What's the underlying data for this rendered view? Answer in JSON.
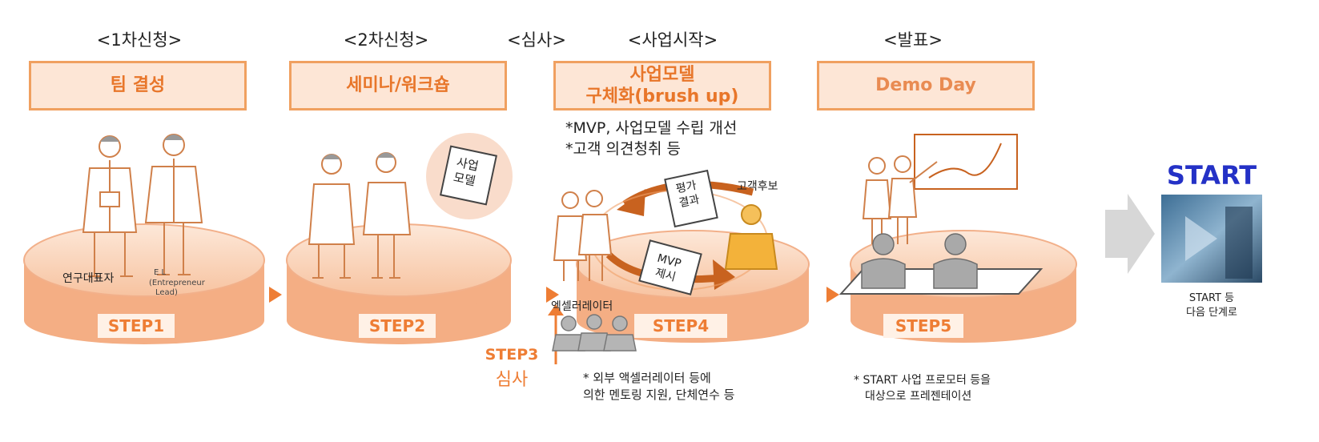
{
  "phases": [
    "<1차신청>",
    "<2차신청>",
    "<심사>",
    "<사업시작>",
    "<발표>"
  ],
  "boxes": [
    "팀 결성",
    "세미나/워크숍",
    "사업모델",
    "구체화(brush up)",
    "Demo Day"
  ],
  "steps": [
    "STEP1",
    "STEP2",
    "STEP4",
    "STEP5"
  ],
  "step3": {
    "label": "STEP3",
    "sub": "심사"
  },
  "step1": {
    "rep": "연구대표자",
    "el": "E L",
    "el_full": "(Entrepreneur",
    "el_lead": "Lead)"
  },
  "step2": {
    "card_l1": "사업",
    "card_l2": "모델"
  },
  "step4": {
    "bullet1": "*MVP, 사업모델 수립 개선",
    "bullet2": "*고객 의견청취 등",
    "customer": "고객후보",
    "eval_l1": "평가",
    "eval_l2": "결과",
    "mvp_l1": "MVP",
    "mvp_l2": "제시",
    "accelerator": "엑셀러레이터",
    "note1": "* 외부 액셀러레이터 등에",
    "note2": "의한 멘토링 지원, 단체연수 등"
  },
  "step5": {
    "note1": "* START 사업 프로모터 등을",
    "note2": "대상으로 프레젠테이션"
  },
  "final": {
    "title": "START",
    "label1": "START 등",
    "label2": "다음 단계로"
  },
  "colors": {
    "orange": "#ee7d34",
    "peach": "#fde6d6",
    "platform": "#f6b48a",
    "grey": "#999999"
  }
}
